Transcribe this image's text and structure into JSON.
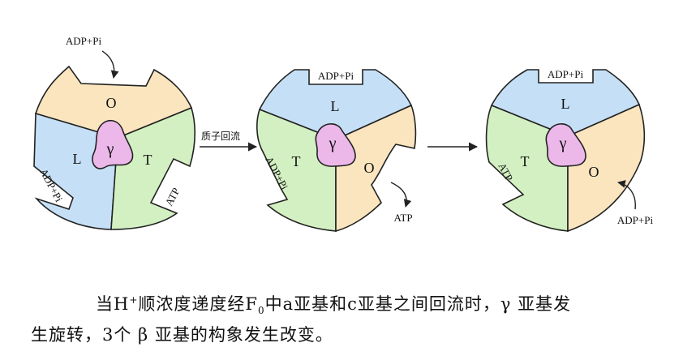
{
  "colors": {
    "blue": "#c5dff6",
    "green": "#d3f0c2",
    "tan": "#fae5bf",
    "gamma": "#ecb8ea",
    "outline": "#222222"
  },
  "states": [
    {
      "subunits": [
        "O",
        "L",
        "T"
      ],
      "gamma": "γ",
      "top_label": "ADP+Pi",
      "left_notch_label": "ADP+Pi",
      "right_notch_label": "ATP"
    },
    {
      "subunits": [
        "L",
        "T",
        "O"
      ],
      "gamma": "γ",
      "top_notch_label": "ADP+Pi",
      "left_notch_label": "ADP+Pi",
      "out_label": "ATP"
    },
    {
      "subunits": [
        "L",
        "T",
        "O"
      ],
      "gamma": "γ",
      "top_notch_label": "ADP+Pi",
      "left_notch_label": "ATP",
      "in_label": "ADP+Pi"
    }
  ],
  "arrow1_label": "质子回流",
  "caption": {
    "p1": "当H",
    "sup": "+",
    "p2": "顺浓度递度经F",
    "sub": "0",
    "p3": "中a亚基和c亚基之间回流时，γ 亚基发",
    "line2": "生旋转，3个 β 亚基的构象发生改变。"
  }
}
